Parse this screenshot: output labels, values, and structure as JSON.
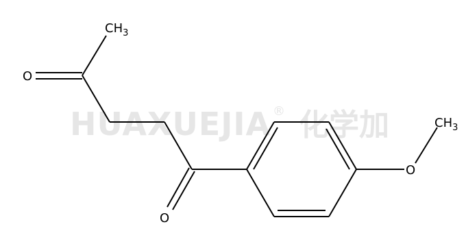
{
  "watermark": {
    "brand": "HUAXUEJIA",
    "registered": "®",
    "chinese": "化学加"
  },
  "atoms": {
    "methyl_top": {
      "main": "CH",
      "sub": "3"
    },
    "oxygen_ketone_top": "O",
    "oxygen_ketone_bottom": "O",
    "oxygen_ether": "O",
    "methyl_ether": {
      "main": "CH",
      "sub": "3"
    }
  },
  "colors": {
    "bond": "#000000",
    "watermark": "#e6e6e6"
  }
}
